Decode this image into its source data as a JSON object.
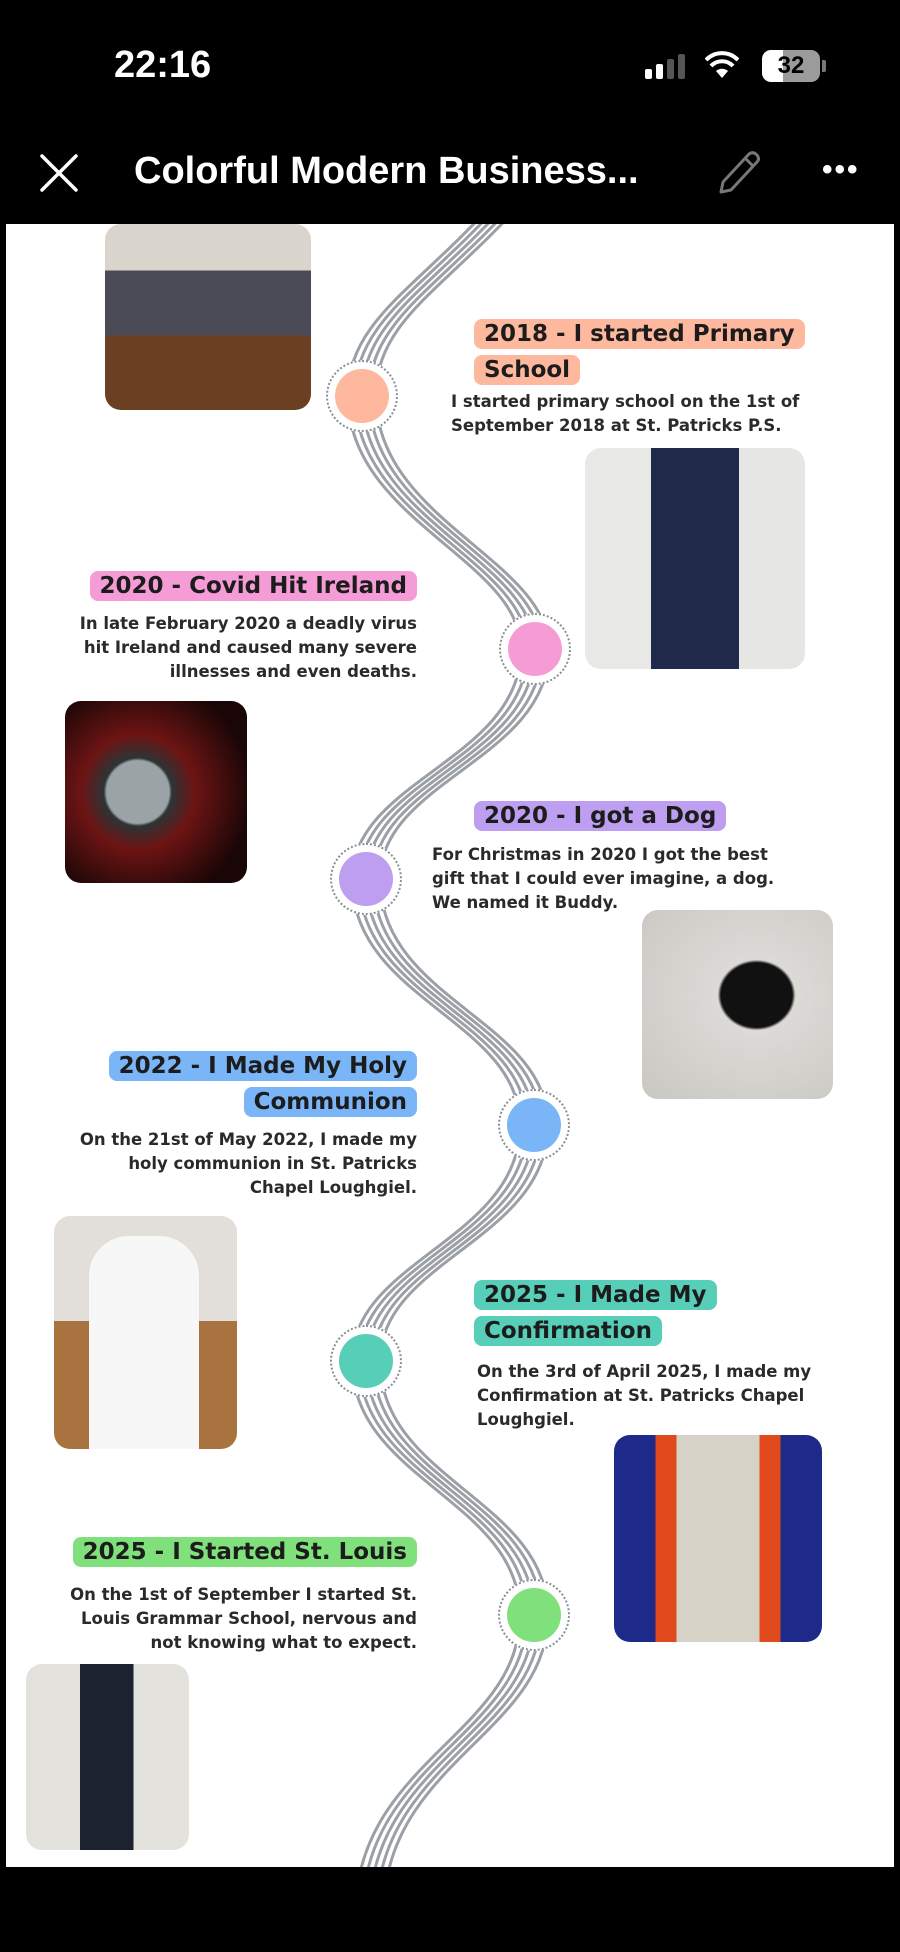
{
  "status_bar": {
    "time": "22:16",
    "battery": "32",
    "icons": [
      "signal-icon",
      "wifi-icon",
      "battery-icon"
    ]
  },
  "header": {
    "title": "Colorful Modern Business...",
    "close_icon": "close-icon",
    "edit_icon": "pencil-icon",
    "more_icon": "more-icon",
    "more_glyph": "•••"
  },
  "events": [
    {
      "title": "2018 - I started Primary School",
      "description": "I started primary school on the 1st of September 2018 at St. Patricks P.S.",
      "color": "#FDB89E"
    },
    {
      "title": "2020 - Covid Hit Ireland",
      "description": "In late February 2020 a deadly virus hit Ireland and caused many severe illnesses and even deaths.",
      "color": "#F59BD6"
    },
    {
      "title": "2020 - I got a Dog",
      "description": "For Christmas in 2020 I got the best gift that I could ever imagine, a dog. We named it Buddy.",
      "color": "#BD9EF0"
    },
    {
      "title": "2022 - I Made My Holy Communion",
      "description": "On the 21st of May 2022, I made my holy communion in St. Patricks Chapel Loughgiel.",
      "color": "#7AB6F7"
    },
    {
      "title": "2025 - I Made My Confirmation",
      "description": "On the 3rd of April 2025, I made my Confirmation at St. Patricks Chapel Loughgiel.",
      "color": "#57CFB8"
    },
    {
      "title": "2025 - I Started St. Louis",
      "description": "On the 1st of September I started St. Louis Grammar School, nervous and not knowing what to expect.",
      "color": "#80E07B"
    }
  ]
}
